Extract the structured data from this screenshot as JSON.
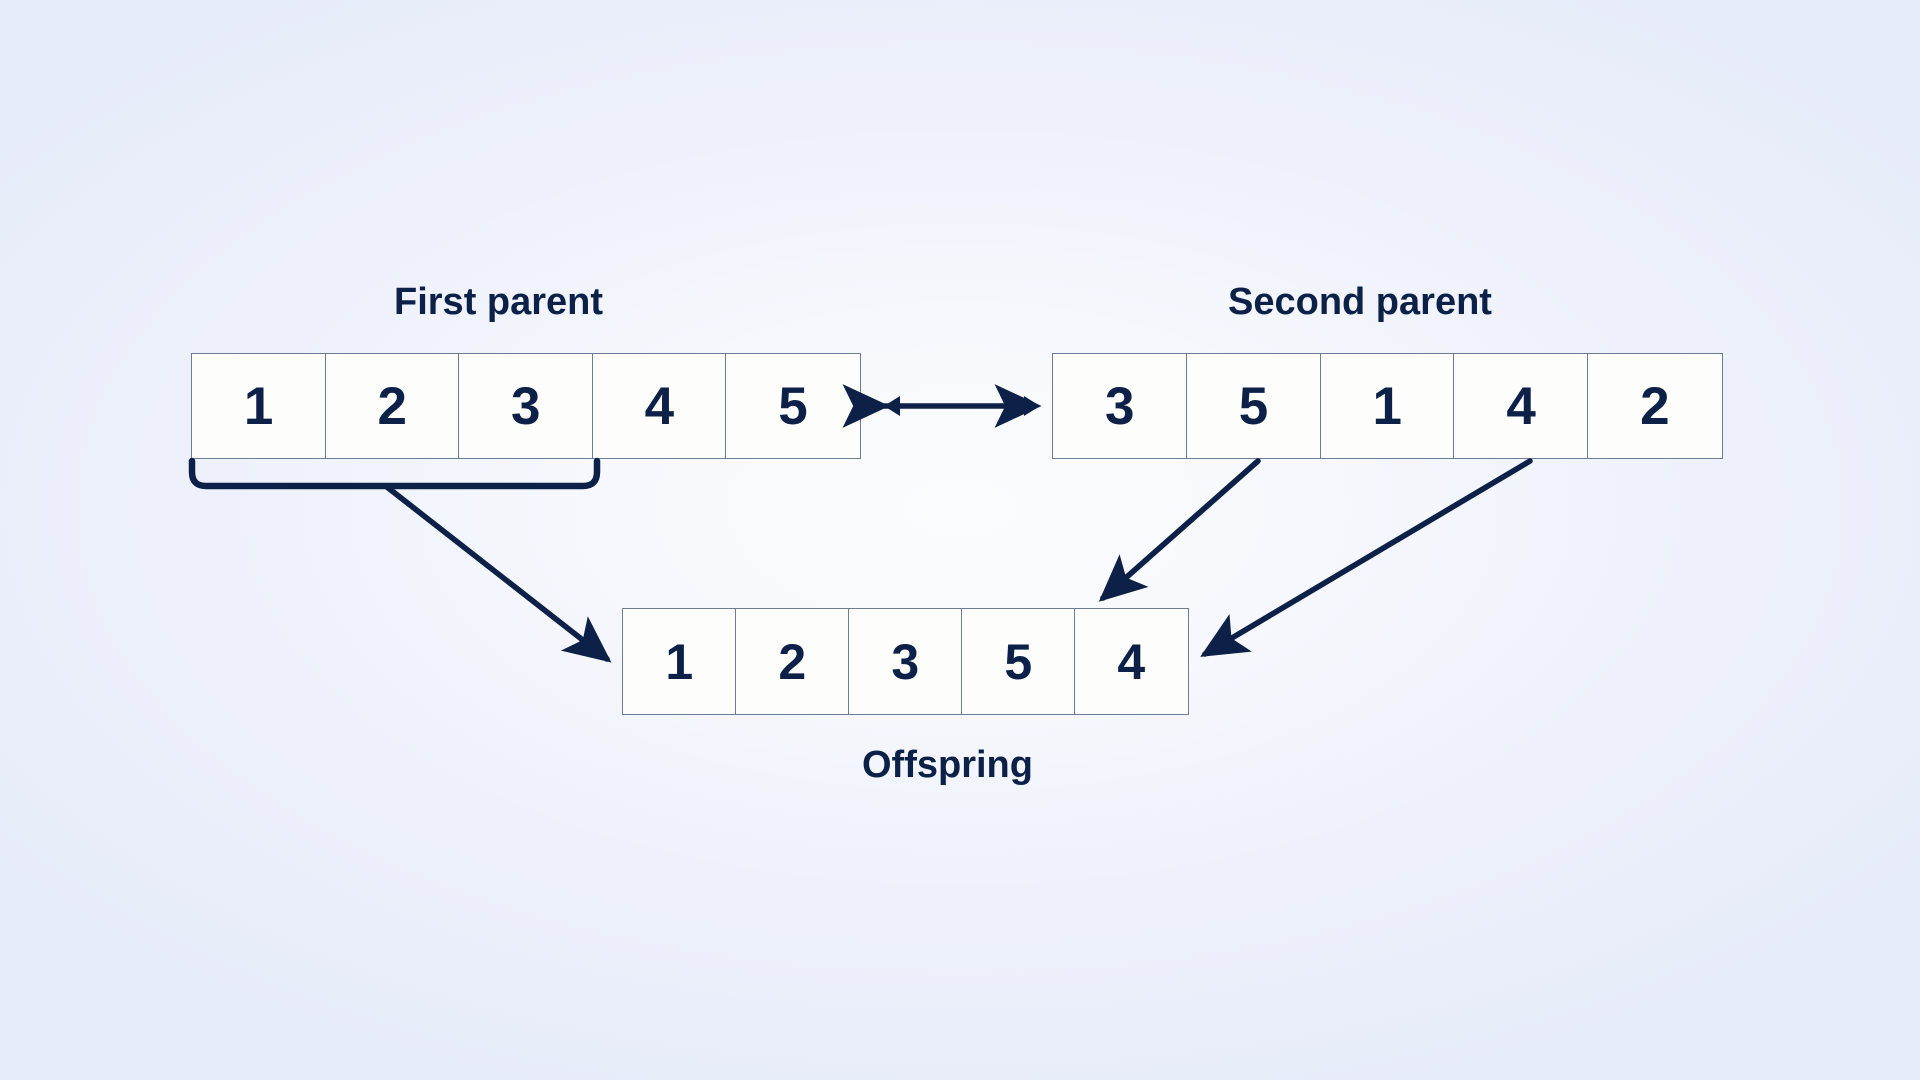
{
  "diagram": {
    "title_first_parent": "First parent",
    "title_second_parent": "Second parent",
    "title_offspring": "Offspring",
    "colors": {
      "background": "#e7ecfa",
      "background_center": "#fbfcfe",
      "ink": "#0d2148",
      "cell_border": "#6e7b95",
      "cell_fill": "#fdfdfc"
    },
    "first_parent": {
      "label": "First parent",
      "genes": [
        "1",
        "2",
        "3",
        "4",
        "5"
      ]
    },
    "second_parent": {
      "label": "Second parent",
      "genes": [
        "3",
        "5",
        "1",
        "4",
        "2"
      ]
    },
    "offspring": {
      "label": "Offspring",
      "genes": [
        "1",
        "2",
        "3",
        "5",
        "4"
      ]
    },
    "connectors": [
      {
        "name": "brace-first-parent-segment",
        "type": "brace",
        "covers_genes": [
          "1",
          "2",
          "3"
        ]
      },
      {
        "name": "arrow-first-parent-to-offspring",
        "type": "arrow",
        "from": "first parent genes 1-3",
        "to": "offspring"
      },
      {
        "name": "arrow-exchange-between-parents",
        "type": "double-arrow",
        "from": "first parent",
        "to": "second parent"
      },
      {
        "name": "arrow-second-parent-gene-5-to-offspring",
        "type": "arrow",
        "from": "second parent gene 5",
        "to": "offspring slot 4"
      },
      {
        "name": "arrow-second-parent-gene-4-to-offspring",
        "type": "arrow",
        "from": "second parent gene 4",
        "to": "offspring slot 5"
      }
    ]
  }
}
